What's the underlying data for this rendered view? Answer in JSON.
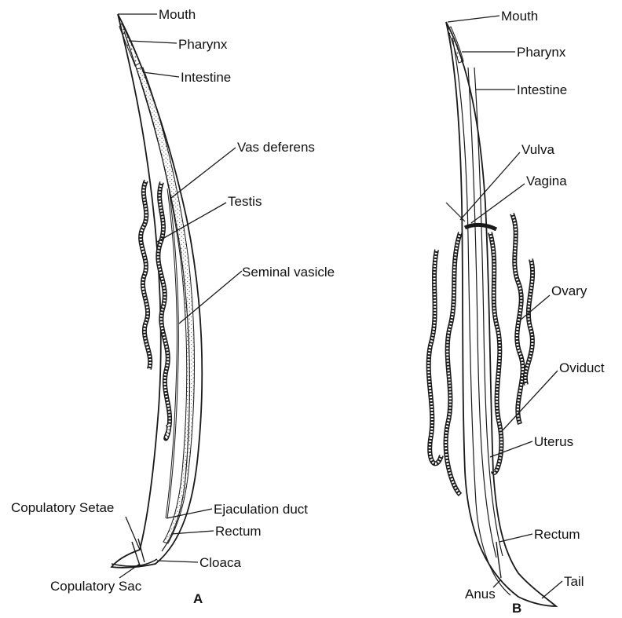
{
  "colors": {
    "ink": "#1a1a1a",
    "background": "#ffffff",
    "stipple": "#6b6b6b"
  },
  "panel_a": {
    "letter": "A",
    "labels": {
      "mouth": "Mouth",
      "pharynx": "Pharynx",
      "intestine": "Intestine",
      "vas_deferens": "Vas deferens",
      "testis": "Testis",
      "seminal_vesicle": "Seminal vasicle",
      "copulatory_setae": "Copulatory Setae",
      "ejaculation_duct": "Ejaculation duct",
      "rectum": "Rectum",
      "cloaca": "Cloaca",
      "copulatory_sac": "Copulatory Sac"
    }
  },
  "panel_b": {
    "letter": "B",
    "labels": {
      "mouth": "Mouth",
      "pharynx": "Pharynx",
      "intestine": "Intestine",
      "vulva": "Vulva",
      "vagina": "Vagina",
      "ovary": "Ovary",
      "oviduct": "Oviduct",
      "uterus": "Uterus",
      "rectum": "Rectum",
      "anus": "Anus",
      "tail": "Tail"
    }
  }
}
